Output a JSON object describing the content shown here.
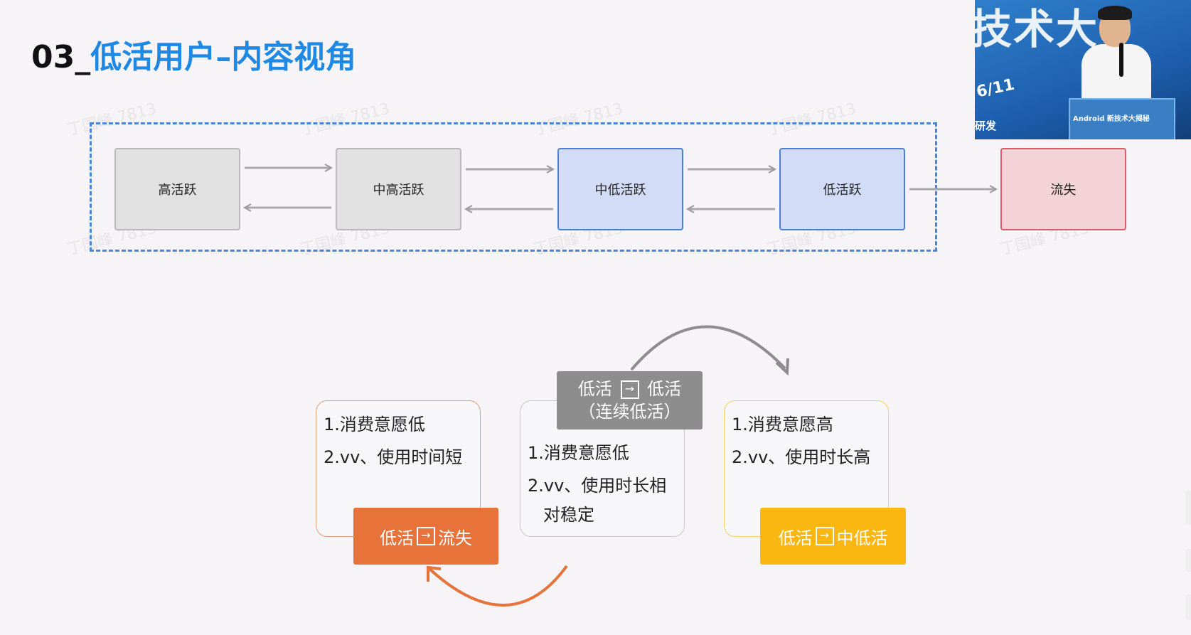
{
  "title": {
    "number": "03_",
    "text": "低活用户–内容视角"
  },
  "watermark": "丁国峰 7813",
  "stages": [
    {
      "label": "高活跃",
      "style": "gray"
    },
    {
      "label": "中高活跃",
      "style": "gray"
    },
    {
      "label": "中低活跃",
      "style": "blue"
    },
    {
      "label": "低活跃",
      "style": "blue"
    },
    {
      "label": "流失",
      "style": "red"
    }
  ],
  "transitions": [
    {
      "id": "to-churn",
      "card_lines": [
        "1.消费意愿低",
        "2.vv、使用时间短"
      ],
      "tag": {
        "from": "低活",
        "arrow": "→",
        "to": "流失"
      },
      "color": "#e8733a"
    },
    {
      "id": "stay-low",
      "card_lines": [
        "1.消费意愿低",
        "2.vv、使用时长相",
        "对稳定"
      ],
      "tag": {
        "from": "低活",
        "arrow": "→",
        "to": "低活",
        "sub": "（连续低活）"
      },
      "color": "#8d8d8d"
    },
    {
      "id": "to-mid-low",
      "card_lines": [
        "1.消费意愿高",
        "2.vv、使用时长高"
      ],
      "tag": {
        "from": "低活",
        "arrow": "→",
        "to": "中低活"
      },
      "color": "#fbb711"
    }
  ],
  "camera": {
    "date_text": "6/11",
    "banner_text": "Android 新技术大揭秘",
    "side_text": "研发"
  },
  "colors": {
    "title_blue": "#1e88e5",
    "frame_dash": "#4a86d8",
    "orange": "#e8733a",
    "gray_tag": "#8d8d8d",
    "yellow": "#fbb711"
  }
}
